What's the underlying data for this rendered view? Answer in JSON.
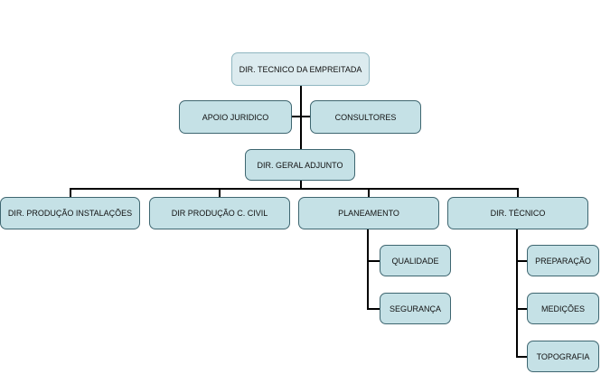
{
  "org_chart": {
    "top": "DIR. TECNICO DA EMPREITADA",
    "advisors": {
      "left": "APOIO JURIDICO",
      "right": "CONSULTORES"
    },
    "deputy": "DIR. GERAL ADJUNTO",
    "departments": {
      "installations": "DIR. PRODUÇÃO INSTALAÇÕES",
      "civil": "DIR PRODUÇÃO C. CIVIL",
      "planning": "PLANEAMENTO",
      "technical": "DIR. TÉCNICO"
    },
    "planning_units": {
      "quality": "QUALIDADE",
      "safety": "SEGURANÇA"
    },
    "technical_units": {
      "preparation": "PREPARAÇÃO",
      "measurements": "MEDIÇÕES",
      "topography": "TOPOGRAFIA"
    }
  },
  "colors": {
    "box_fill": "#c5e1e6",
    "box_fill_top": "#dcebef",
    "box_border": "#3e6670",
    "connector": "#000000"
  }
}
